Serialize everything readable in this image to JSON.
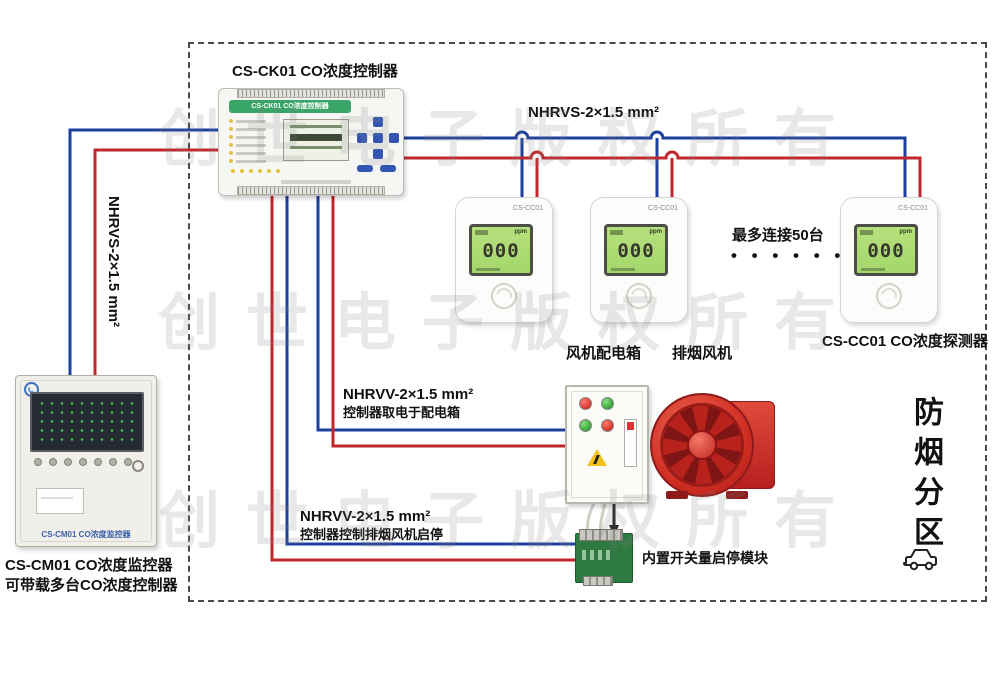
{
  "colors": {
    "wire_red": "#c1272d",
    "wire_blue": "#1d3f9e",
    "header_green": "#3aa568",
    "lcd_green": "#a3d76b"
  },
  "watermark": "创世电子版权所有",
  "controller": {
    "title": "CS-CK01 CO浓度控制器",
    "header": "CS-CK01 CO浓度控制器"
  },
  "cables": {
    "left_vertical": "NHRVS-2×1.5 mm²",
    "top": "NHRVS-2×1.5 mm²",
    "power_line1": "NHRVV-2×1.5 mm²",
    "power_line2": "控制器取电于配电箱",
    "control_line1": "NHRVV-2×1.5 mm²",
    "control_line2": "控制器控制排烟风机启停"
  },
  "detectors": {
    "model": "CS-CC01",
    "lcd_value": "000",
    "lcd_sub": "ppm",
    "max_note": "最多连接50台",
    "dots": "• • • • • •",
    "caption": "CS-CC01 CO浓度探测器"
  },
  "captions": {
    "cabinet": "风机配电箱",
    "fan": "排烟风机",
    "module": "内置开关量启停模块"
  },
  "monitor": {
    "panel_label": "CS-CM01 CO浓度监控器",
    "caption1": "CS-CM01 CO浓度监控器",
    "caption2": "可带载多台CO浓度控制器"
  },
  "zone": "防烟分区"
}
